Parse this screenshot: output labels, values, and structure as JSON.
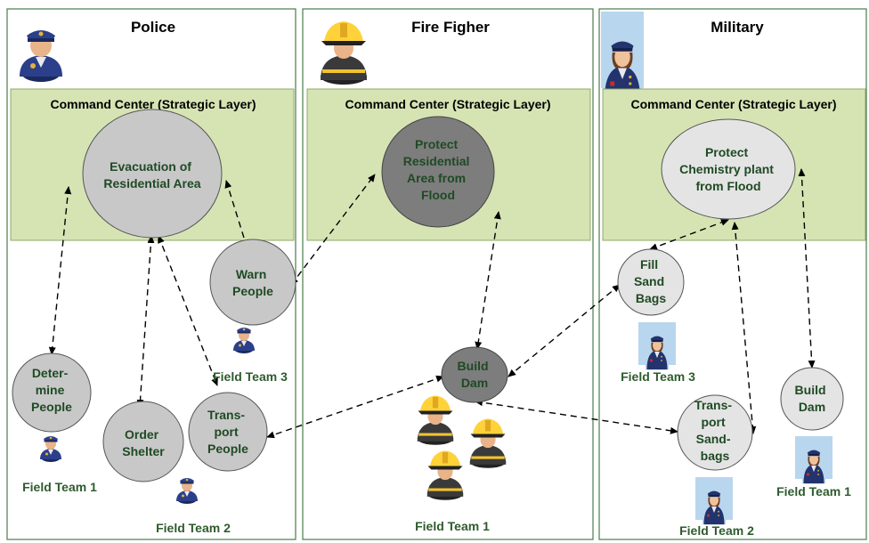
{
  "lanes": [
    {
      "id": "police",
      "title": "Police",
      "command_title": "Command Center (Strategic Layer)"
    },
    {
      "id": "fire",
      "title": "Fire Figher",
      "command_title": "Command Center (Strategic Layer)"
    },
    {
      "id": "military",
      "title": "Military",
      "command_title": "Command Center (Strategic Layer)"
    }
  ],
  "nodes": {
    "evacuation": {
      "lines": [
        "Evacuation of",
        "Residential Area"
      ],
      "fill": "#c8c8c8"
    },
    "warn": {
      "lines": [
        "Warn",
        "People"
      ],
      "fill": "#c8c8c8"
    },
    "determine": {
      "lines": [
        "Deter-",
        "mine",
        "People"
      ],
      "fill": "#c8c8c8"
    },
    "order": {
      "lines": [
        "Order",
        "Shelter"
      ],
      "fill": "#c8c8c8"
    },
    "transport_people": {
      "lines": [
        "Trans-",
        "port",
        "People"
      ],
      "fill": "#c8c8c8"
    },
    "protect_res": {
      "lines": [
        "Protect",
        "Residential",
        "Area from",
        "Flood"
      ],
      "fill": "#7d7d7d"
    },
    "build_dam_fire": {
      "lines": [
        "Build",
        "Dam"
      ],
      "fill": "#7d7d7d"
    },
    "protect_chem": {
      "lines": [
        "Protect",
        "Chemistry plant",
        "from Flood"
      ],
      "fill": "#e4e4e4"
    },
    "fill_sand": {
      "lines": [
        "Fill",
        "Sand",
        "Bags"
      ],
      "fill": "#e4e4e4"
    },
    "transport_sand": {
      "lines": [
        "Trans-",
        "port",
        "Sand-",
        "bags"
      ],
      "fill": "#e4e4e4"
    },
    "build_dam_mil": {
      "lines": [
        "Build",
        "Dam"
      ],
      "fill": "#e4e4e4"
    }
  },
  "team_labels": {
    "police_team1": "Field Team 1",
    "police_team2": "Field Team 2",
    "police_team3": "Field Team 3",
    "fire_team1": "Field Team 1",
    "mil_team1": "Field Team 1",
    "mil_team2": "Field Team 2",
    "mil_team3": "Field Team 3"
  },
  "icons": {
    "police": "police-officer-icon",
    "firefighter": "firefighter-icon",
    "military": "military-officer-icon"
  },
  "colors": {
    "lane_border": "#4a7c4a",
    "command_center_fill": "#d6e4b4",
    "node_text": "#1f4a24",
    "team_label": "#2e5b2e"
  }
}
